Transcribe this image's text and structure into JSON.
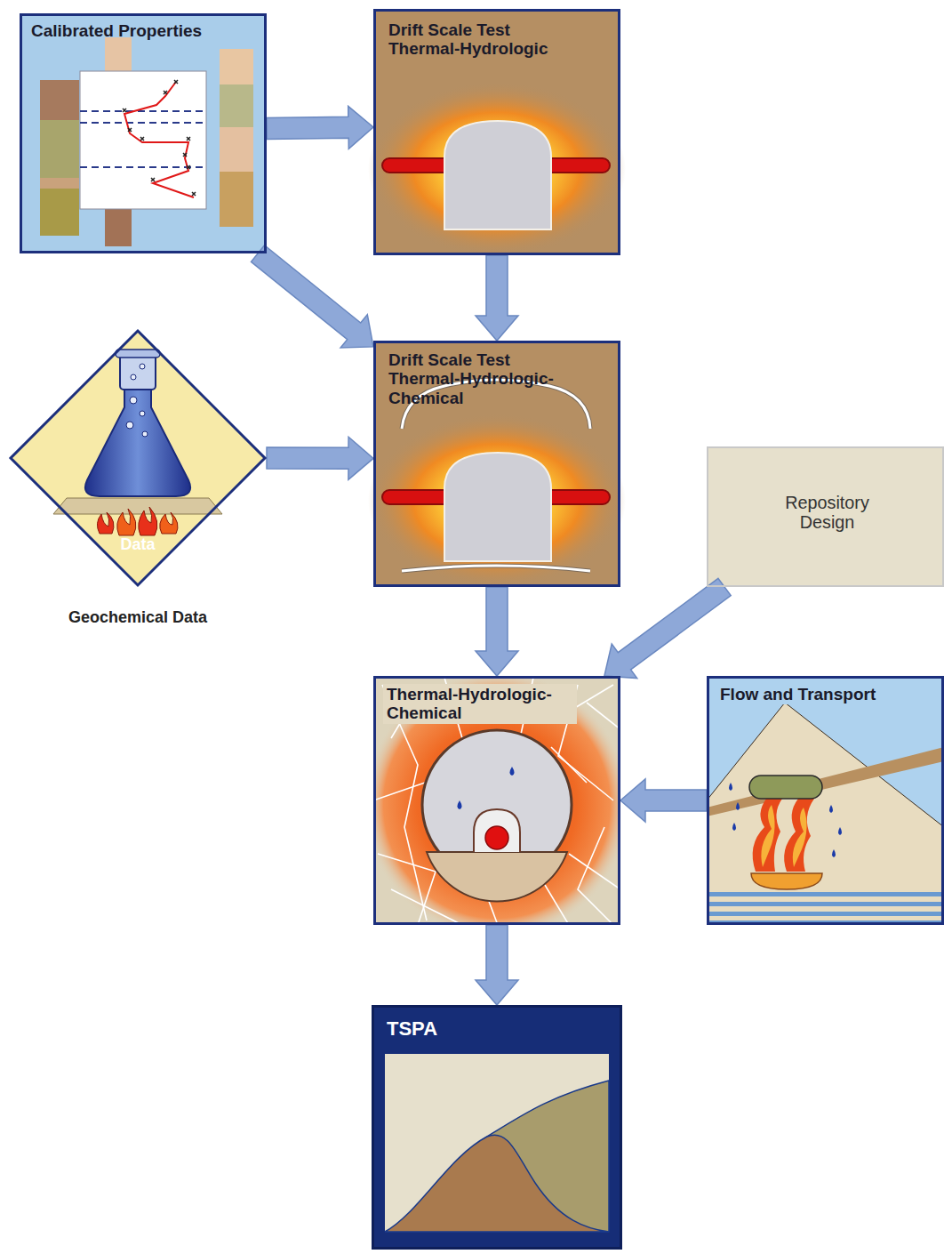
{
  "diagram": {
    "nodes": [
      {
        "text": [
          "Calibrated Properties"
        ]
      },
      {
        "text": [
          "Drift Scale Test Thermal-Hydrologic"
        ]
      },
      {
        "text": [
          "Data",
          "Geochemical Data"
        ]
      },
      {
        "text": [
          "Drift Scale Test Thermal-Hydrologic-Chemical"
        ]
      },
      {
        "text": [
          "Repository Design"
        ]
      },
      {
        "text": [
          "Thermal-Hydrologic-Chemical"
        ]
      },
      {
        "text": [
          "Flow and Transport"
        ]
      },
      {
        "text": [
          "TSPA"
        ]
      }
    ],
    "edges": [
      {
        "from": 0,
        "to": 1,
        "arrow": "to"
      },
      {
        "from": 0,
        "to": 3,
        "arrow": "to"
      },
      {
        "from": 1,
        "to": 3,
        "arrow": "to"
      },
      {
        "from": 2,
        "to": 3,
        "arrow": "to"
      },
      {
        "from": 3,
        "to": 5,
        "arrow": "to"
      },
      {
        "from": 4,
        "to": 5,
        "arrow": "to"
      },
      {
        "from": 6,
        "to": 5,
        "arrow": "to"
      },
      {
        "from": 5,
        "to": 7,
        "arrow": "to"
      }
    ]
  }
}
